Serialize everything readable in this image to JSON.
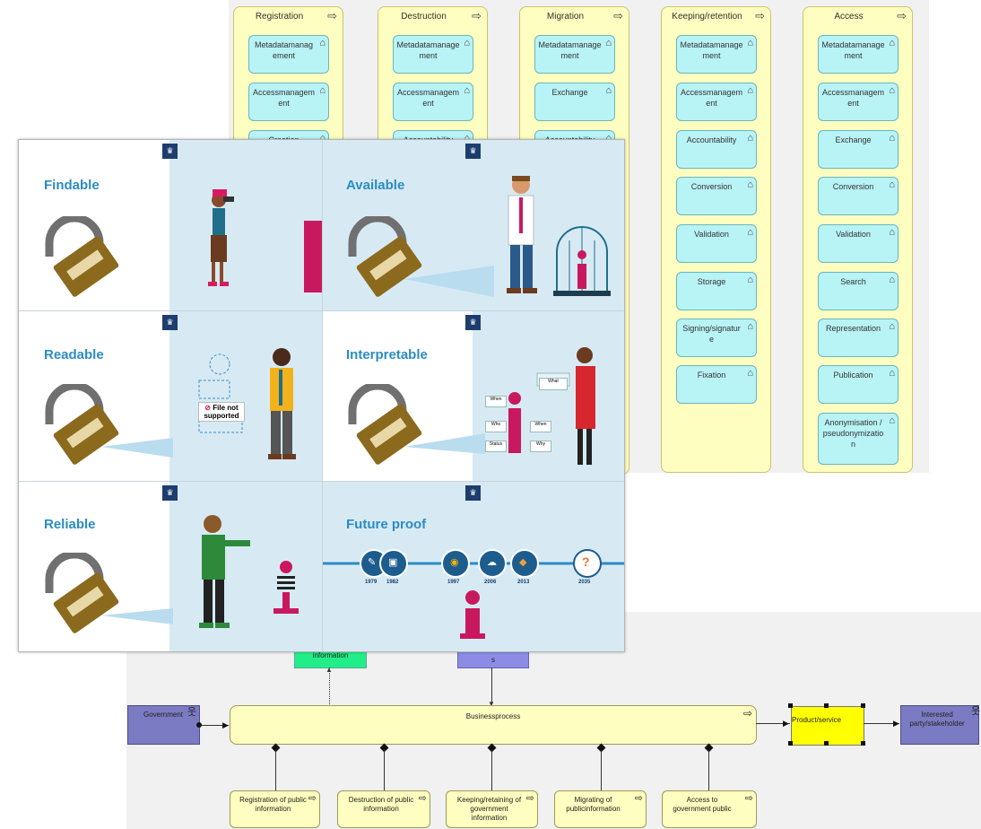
{
  "lanes": [
    {
      "title": "Registration",
      "functions": [
        "Metadatamanag ement",
        "Accessmanagem ent",
        "Creation"
      ]
    },
    {
      "title": "Destruction",
      "functions": [
        "Metadatamanage ment",
        "Accessmanagem ent",
        "Accountability"
      ]
    },
    {
      "title": "Migration",
      "functions": [
        "Metadatamanage ment",
        "Exchange",
        "Accountability"
      ]
    },
    {
      "title": "Keeping/retention",
      "functions": [
        "Metadatamanage ment",
        "Accessmanagem ent",
        "Accountability",
        "Conversion",
        "Validation",
        "Storage",
        "Signing/signatur e",
        "Fixation"
      ]
    },
    {
      "title": "Access",
      "functions": [
        "Metadatamanage ment",
        "Accessmanagem ent",
        "Exchange",
        "Conversion",
        "Validation",
        "Search",
        "Representation",
        "Publication",
        "Anonymisation / pseudonymizatio n"
      ]
    }
  ],
  "process": {
    "actor_left": "Government",
    "main": "Businessprocess",
    "top_left_box": "information",
    "top_right_box": "s",
    "product": "Product/service",
    "actor_right": "Interested party/stakeholder",
    "subprocesses": [
      "Registration of public information",
      "Destruction of public information",
      "Keeping/retaining of government information",
      "Migrating of publicinformation",
      "Access to government public"
    ]
  },
  "poster": {
    "panels": [
      {
        "title": "Findable"
      },
      {
        "title": "Available"
      },
      {
        "title": "Readable"
      },
      {
        "title": "Interpretable"
      },
      {
        "title": "Reliable"
      },
      {
        "title": "Future proof"
      }
    ],
    "file_not_supported": "File not supported",
    "timeline_years": [
      "1979",
      "1982",
      "1997",
      "2006",
      "2013",
      "2035"
    ],
    "puzzle_words": [
      "What",
      "When",
      "Who",
      "When",
      "Status",
      "Why"
    ]
  },
  "colors": {
    "lane_fill": "#fefec0",
    "function_fill": "#b8f3f6",
    "actor_fill": "#7b7bc4",
    "product_fill": "#ffff00",
    "info_green": "#22ee88",
    "info_purple": "#8c8ce6",
    "poster_title": "#2b8cc4",
    "info_magenta": "#c8195f"
  }
}
